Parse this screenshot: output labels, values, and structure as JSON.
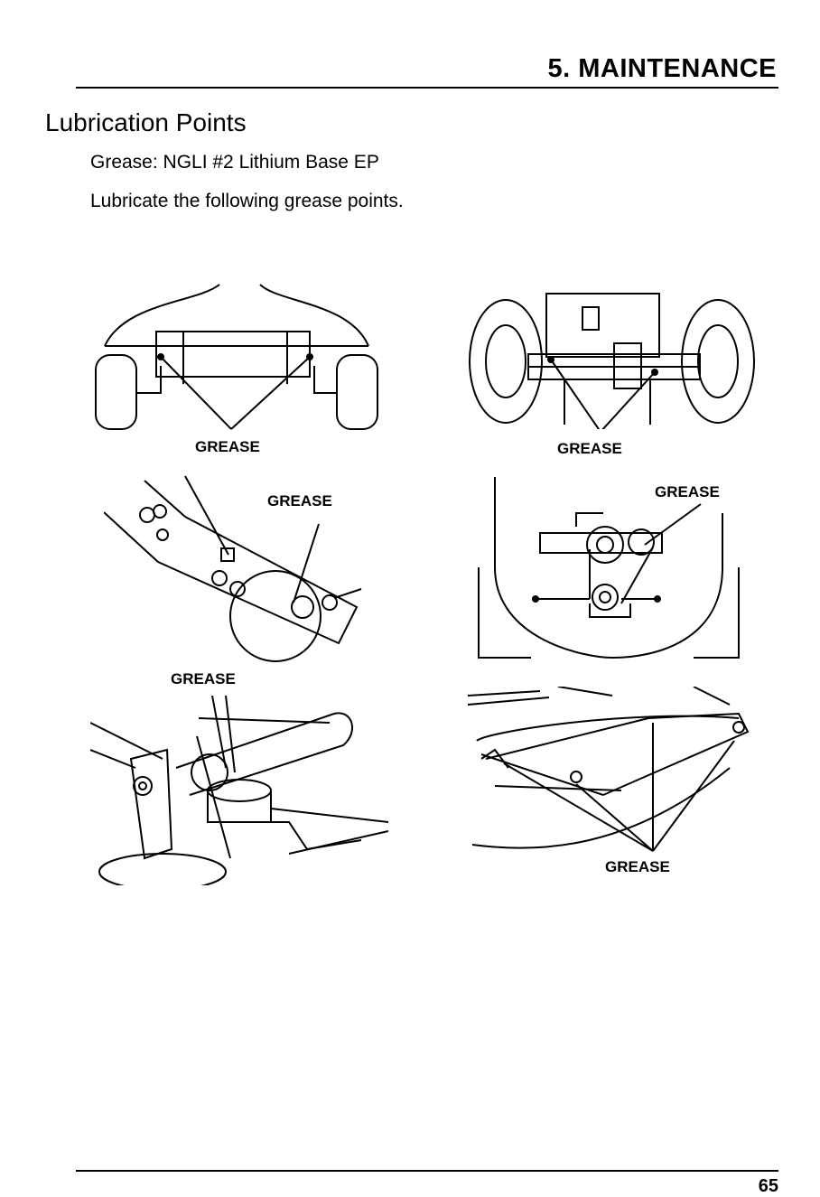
{
  "header": {
    "section_title": "5. MAINTENANCE"
  },
  "content": {
    "heading": "Lubrication Points",
    "grease_spec": "Grease:  NGLI #2 Lithium Base EP",
    "instruction": "Lubricate the following grease points."
  },
  "figures": {
    "front_axle": {
      "label": "GREASE"
    },
    "rear_axle": {
      "label": "GREASE"
    },
    "pivot_arm": {
      "label": "GREASE"
    },
    "belt_pulley": {
      "label": "GREASE"
    },
    "spindle": {
      "label": "GREASE"
    },
    "deck_frame": {
      "label": "GREASE"
    }
  },
  "footer": {
    "page_number": "65"
  }
}
